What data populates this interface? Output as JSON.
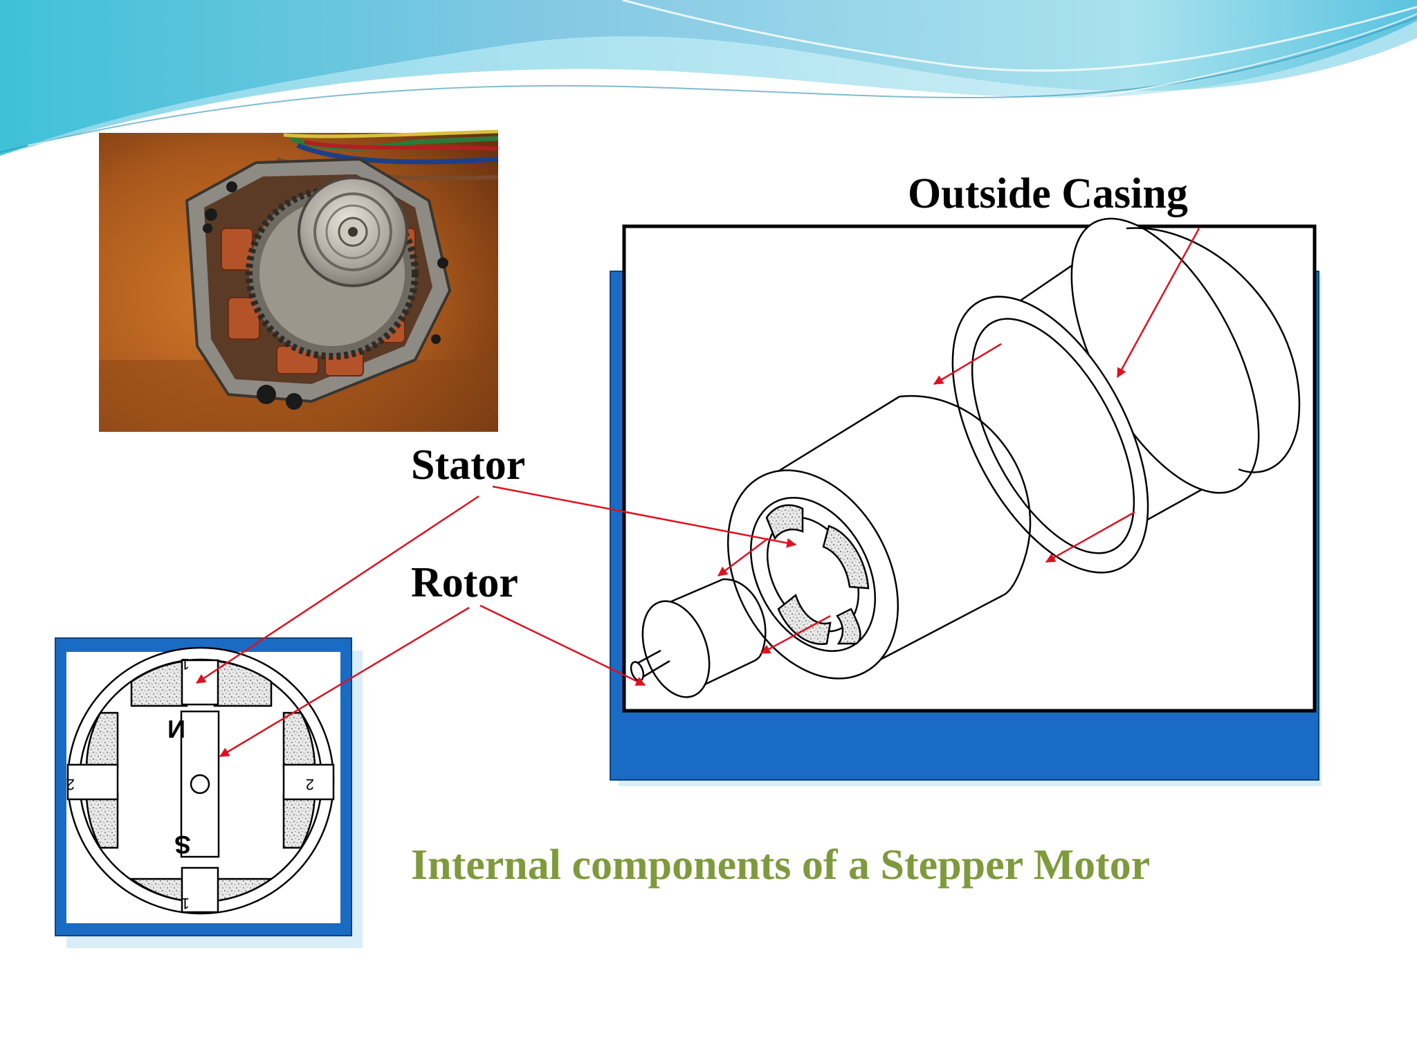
{
  "labels": {
    "outside_casing": "Outside Casing",
    "stator": "Stator",
    "rotor": "Rotor"
  },
  "caption": "Internal components of a Stepper Motor",
  "cross_section": {
    "pole_numbers": {
      "top": "1",
      "bottom": "1",
      "left": "2",
      "right": "2"
    },
    "rotor_poles": {
      "north": "N",
      "south": "S"
    }
  },
  "colors": {
    "frame_blue": "#1a6bc4",
    "frame_shadow": "#d9eef8",
    "arrow_red": "#e0101e",
    "caption_green": "#7f9a3c",
    "wave_blue": "#4fb6dc",
    "wave_light": "#a7dcee"
  }
}
